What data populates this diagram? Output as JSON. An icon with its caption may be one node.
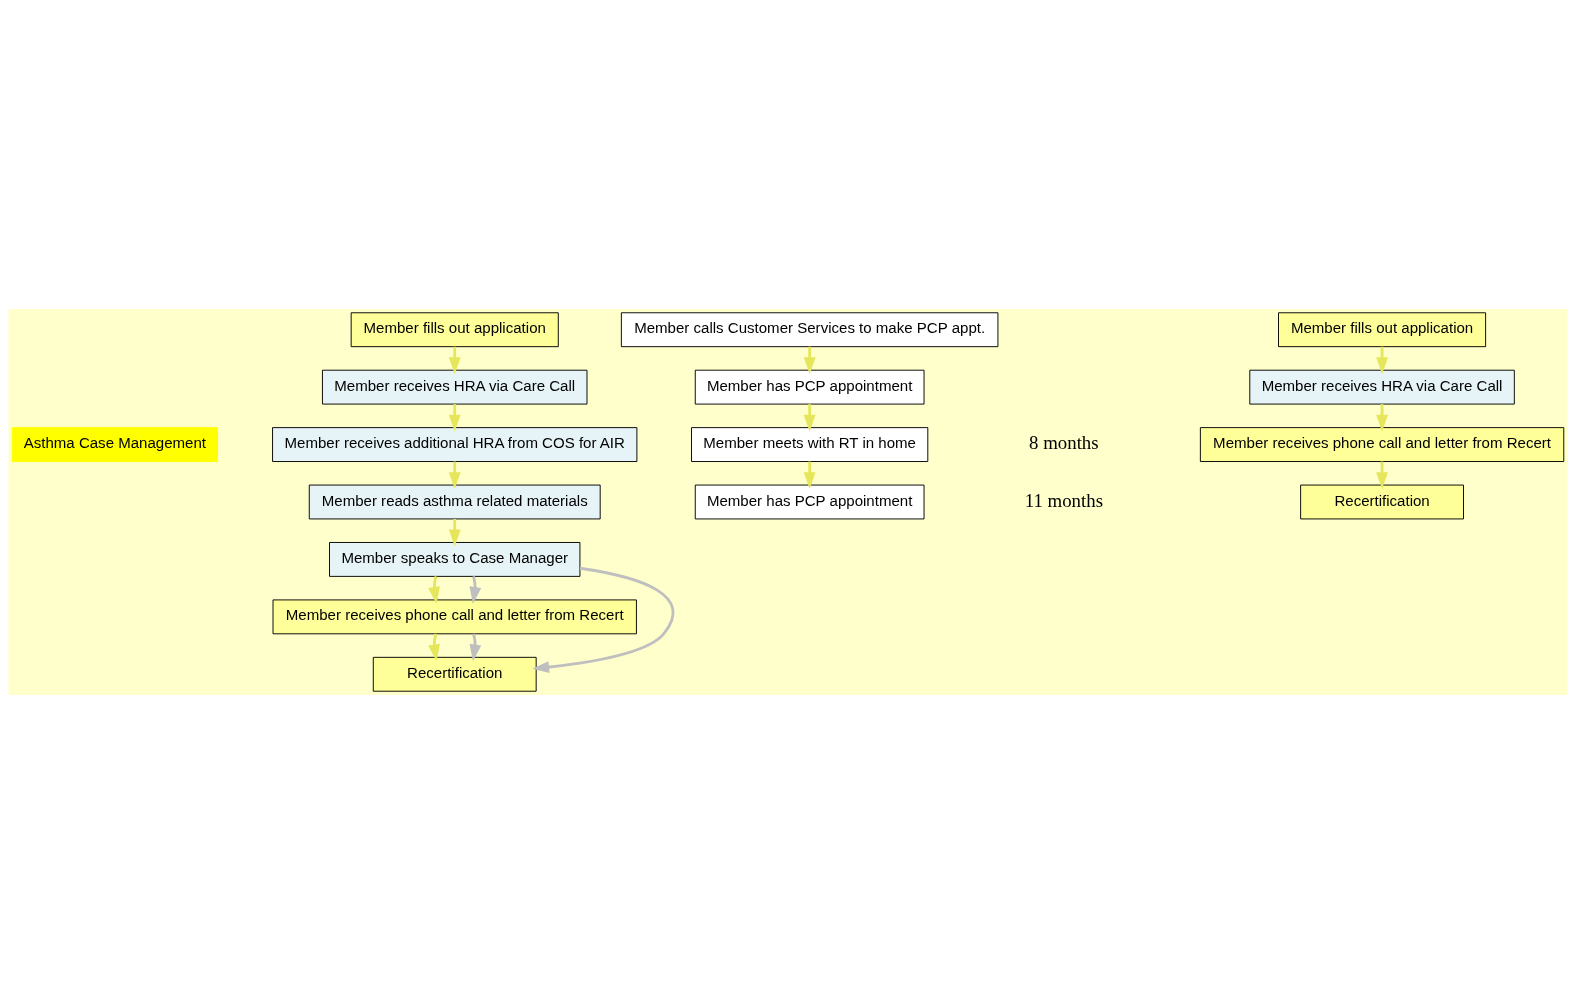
{
  "diagram": {
    "nodes": [
      {
        "text": [
          "Asthma Case Management"
        ]
      },
      {
        "text": [
          "Member fills out application"
        ]
      },
      {
        "text": [
          "Member receives HRA via Care Call"
        ]
      },
      {
        "text": [
          "Member receives additional HRA from COS for AIR"
        ]
      },
      {
        "text": [
          "Member reads asthma related materials"
        ]
      },
      {
        "text": [
          "Member speaks to Case Manager"
        ]
      },
      {
        "text": [
          "Member receives phone call and letter from Recert"
        ]
      },
      {
        "text": [
          "Recertification"
        ]
      },
      {
        "text": [
          "Member calls Customer Services to make PCP appt."
        ]
      },
      {
        "text": [
          "Member has PCP appointment"
        ]
      },
      {
        "text": [
          "Member meets with RT in home"
        ]
      },
      {
        "text": [
          "Member has PCP appointment"
        ]
      },
      {
        "text": [
          "Member fills out application"
        ]
      },
      {
        "text": [
          "Member receives HRA via Care Call"
        ]
      },
      {
        "text": [
          "Member receives phone call and letter from Recert"
        ]
      },
      {
        "text": [
          "Recertification"
        ]
      }
    ],
    "edges": [
      {
        "from": 1,
        "to": 2,
        "arrow": "to"
      },
      {
        "from": 2,
        "to": 3,
        "arrow": "to"
      },
      {
        "from": 3,
        "to": 4,
        "arrow": "to"
      },
      {
        "from": 4,
        "to": 5,
        "arrow": "to"
      },
      {
        "from": 5,
        "to": 6,
        "arrow": "to"
      },
      {
        "from": 5,
        "to": 6,
        "arrow": "to",
        "color": "#bfbfbf"
      },
      {
        "from": 6,
        "to": 7,
        "arrow": "to"
      },
      {
        "from": 6,
        "to": 7,
        "arrow": "to",
        "color": "#bfbfbf"
      },
      {
        "from": 5,
        "to": 7,
        "arrow": "to",
        "color": "#bfbfbf"
      },
      {
        "from": 8,
        "to": 9,
        "arrow": "to"
      },
      {
        "from": 9,
        "to": 10,
        "arrow": "to"
      },
      {
        "from": 10,
        "to": 11,
        "arrow": "to"
      },
      {
        "from": 12,
        "to": 13,
        "arrow": "to"
      },
      {
        "from": 13,
        "to": 14,
        "arrow": "to"
      },
      {
        "from": 14,
        "to": 15,
        "arrow": "to"
      }
    ],
    "labels": [
      "8 months",
      "11 months"
    ]
  }
}
